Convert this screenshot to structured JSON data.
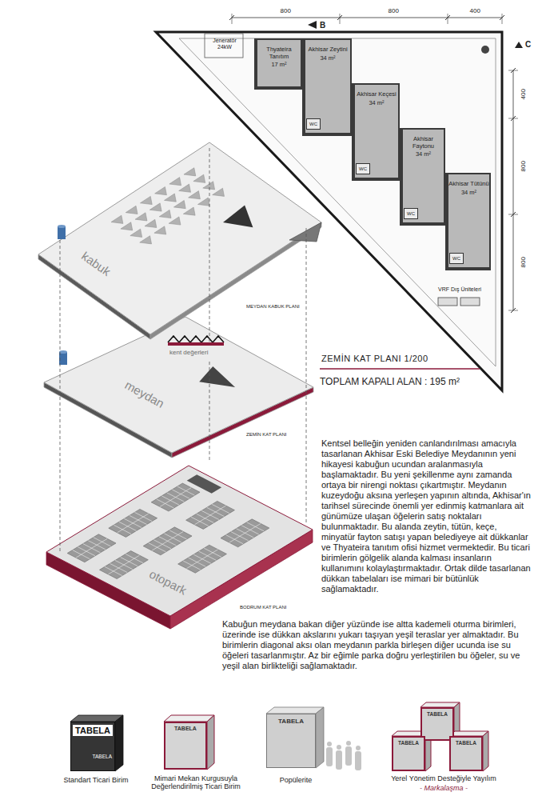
{
  "diagram": {
    "nodes": [
      {
        "text": [
          "Thyateira Tanıtım",
          "17 m²"
        ]
      },
      {
        "text": [
          "Akhisar Zeytini",
          "34 m²"
        ]
      },
      {
        "text": [
          "Akhisar Keçesi",
          "34 m²"
        ]
      },
      {
        "text": [
          "Akhisar Faytonu",
          "34 m²"
        ]
      },
      {
        "text": [
          "Akhisar Tütünü",
          "34 m²"
        ]
      },
      {
        "text": [
          "WC"
        ],
        "in": 1
      },
      {
        "text": [
          "WC"
        ],
        "in": 2
      },
      {
        "text": [
          "WC"
        ],
        "in": 3
      },
      {
        "text": [
          "WC"
        ],
        "in": 4
      },
      {
        "text": [
          "TABELA",
          "TABELA"
        ]
      },
      {
        "text": [
          "TABELA"
        ]
      },
      {
        "text": [
          "TABELA"
        ]
      },
      {
        "text": [
          "TABELA"
        ]
      },
      {
        "text": [
          "TABELA"
        ]
      },
      {
        "text": [
          "TABELA"
        ]
      }
    ],
    "labels": [
      "800",
      "800",
      "400",
      "B",
      "C",
      "400",
      "800",
      "800",
      "Jeneratör 24kW",
      "VRF Dış Üniteleri",
      "ZEMİN KAT PLANI 1/200",
      "TOPLAM KAPALI ALAN : 195 m²",
      "kabuk",
      "MEYDAN KABUK PLANI",
      "kent değerleri",
      "meydan",
      "ZEMİN KAT PLANI",
      "otopark",
      "BODRUM KAT PLANI",
      "Kentsel belleğin yeniden canlandırılması amacıyla tasarlanan Akhisar Eski Belediye Meydanının yeni hikayesi kabuğun ucundan aralanmasıyla başlamaktadır. Bu yeni şekillenme aynı zamanda ortaya bir nirengi noktası çıkartmıştır. Meydanın kuzeydoğu aksına yerleşen yapının altında, Akhisar'ın tarihsel sürecinde önemli yer edinmiş katmanlara ait günümüze ulaşan öğelerin satış noktaları bulunmaktadır. Bu alanda zeytin, tütün, keçe, minyatür fayton satışı yapan belediyeye ait dükkanlar ve Thyateira tanıtım ofisi hizmet vermektedir. Bu ticari birimlerin gölgelik alanda kalması insanların kullanımını kolaylaştırmaktadır. Ortak dilde tasarlanan dükkan tabelaları ise mimari bir bütünlük sağlamaktadır.",
      "Kabuğun meydana bakan diğer yüzünde ise altta kademeli oturma birimleri, üzerinde ise dükkan akslarını yukarı taşıyan yeşil teraslar yer almaktadır. Bu birimlerin diagonal aksı olan meydanın parkla birleşen diğer ucunda ise su öğeleri tasarlanmıştır. Az bir eğimle parka doğru yerleştirilen bu öğeler, su ve yeşil alan birlikteliği sağlamaktadır.",
      "Standart Ticari Birim",
      "Mimari Mekan Kurgusuyla Değerlendirilmiş Ticari Birim",
      "Popülerite",
      "Yerel Yönetim Desteğiyle Yayılım",
      "- Markalaşma -"
    ]
  }
}
